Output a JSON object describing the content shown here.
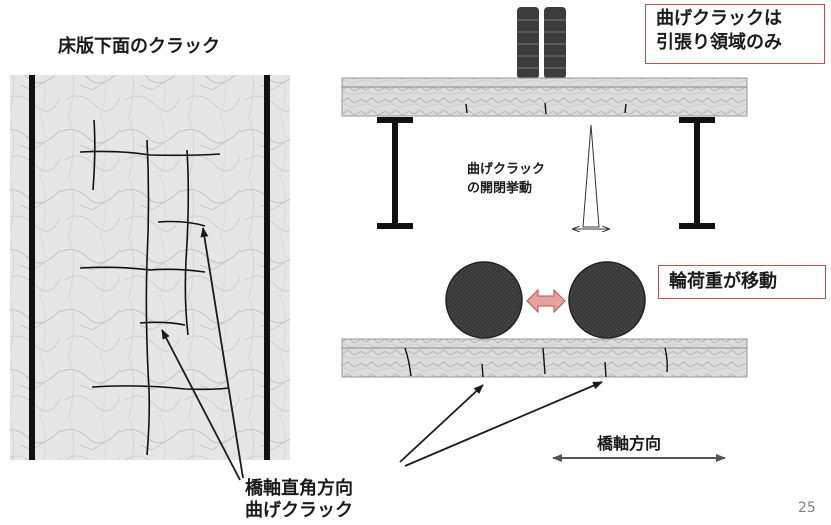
{
  "slab_bottom": {
    "title": "床版下面のクラック"
  },
  "callouts": {
    "tension_only": "曲げクラックは\n引張り領域のみ",
    "load_moves": "輪荷重が移動"
  },
  "labels": {
    "crack_motion": "曲げクラック\nの開閉挙動",
    "bridge_axis": "橋軸方向",
    "transverse_crack": "橋軸直角方向\n曲げクラック"
  },
  "page_number": "25",
  "colors": {
    "callout_border": "#c0504d",
    "arrow_fill": "#e6a19f",
    "arrow_stroke": "#c0504d",
    "wheel": "#3a3a3a",
    "marble_base": "#e8e8e8"
  }
}
